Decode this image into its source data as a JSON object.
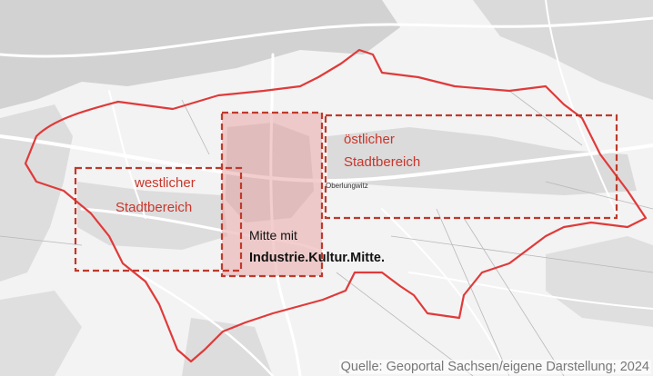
{
  "map": {
    "zones": [
      {
        "id": "west",
        "label_line1": "westlicher",
        "label_line2": "Stadtbereich"
      },
      {
        "id": "east",
        "label_line1": "östlicher",
        "label_line2": "Stadtbereich"
      },
      {
        "id": "middle",
        "label_line1": "Mitte mit",
        "label_line2": "Industrie.Kultur.Mitte."
      }
    ],
    "place_label": "Oberlungwitz",
    "source_text": "Quelle: Geoportal Sachsen/eigene Darstellung; 2024",
    "colors": {
      "boundary": "#e03a3a",
      "zone_border": "#c0392b",
      "middle_fill": "#e8a6a6",
      "background": "#f2f2f2",
      "settlement": "#c9c9c9",
      "roads": "#ffffff"
    }
  }
}
